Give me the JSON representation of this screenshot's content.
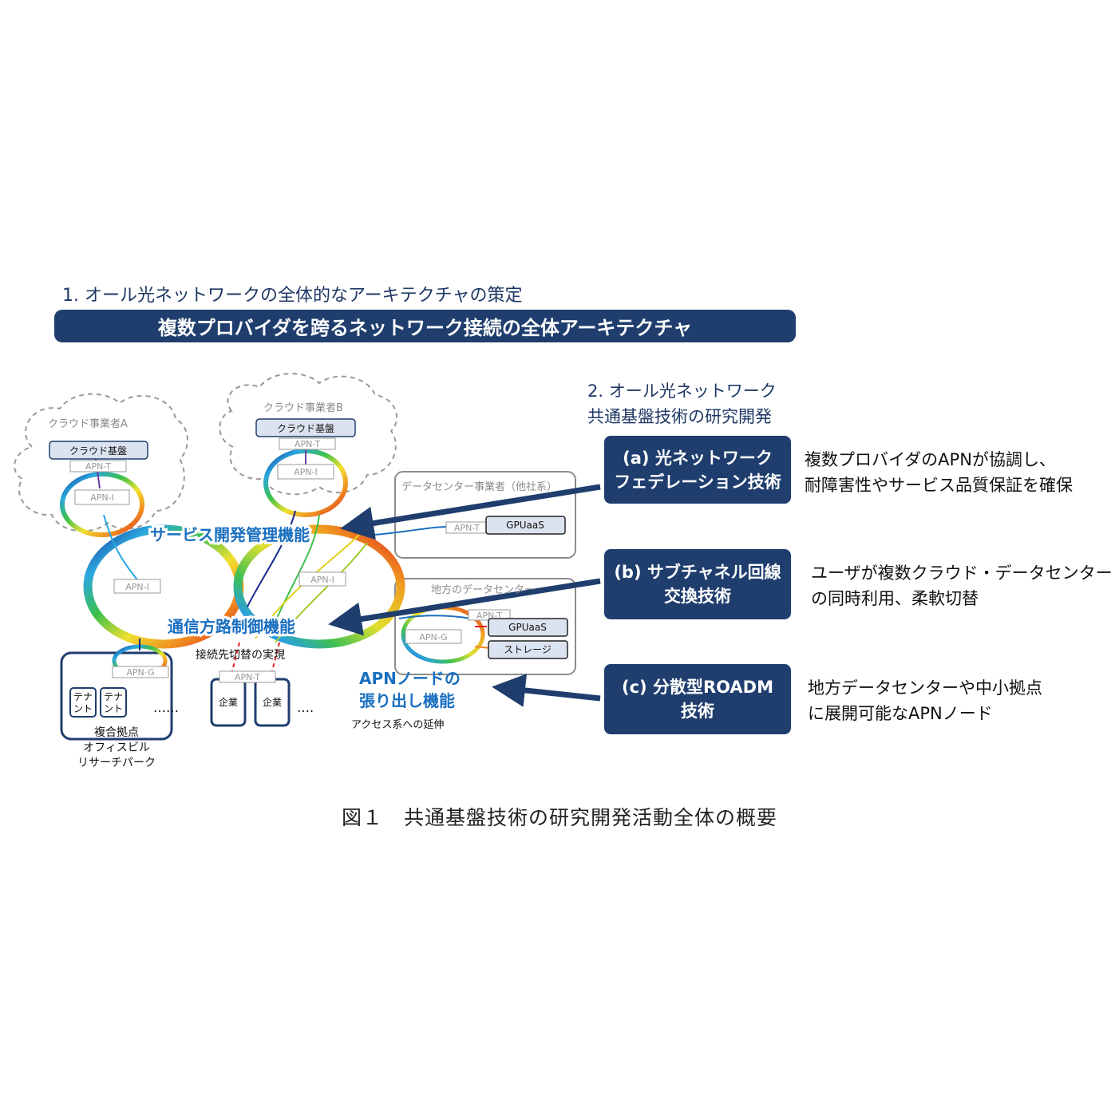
{
  "section1_heading": "1. オール光ネットワークの全体的なアーキテクチャの策定",
  "banner_title": "複数プロバイダを跨るネットワーク接続の全体アーキテクチャ",
  "section2_heading": [
    "2. オール光ネットワーク",
    "共通基盤技術の研究開発"
  ],
  "technologies": [
    {
      "label": [
        "(a) 光ネットワーク",
        "フェデレーション技術"
      ],
      "description": [
        "複数プロバイダのAPNが協調し、",
        "耐障害性やサービス品質保証を確保"
      ]
    },
    {
      "label": [
        "(b) サブチャネル回線",
        "交換技術"
      ],
      "description": [
        "ユーザが複数クラウド・データセンター",
        "の同時利用、柔軟切替"
      ]
    },
    {
      "label": [
        "(c) 分散型ROADM",
        "技術"
      ],
      "description": [
        "地方データセンターや中小拠点",
        "に展開可能なAPNノード"
      ]
    }
  ],
  "diagram": {
    "cloud_a": {
      "title": "クラウド事業者A",
      "platform": "クラウド基盤",
      "apn_t": "APN-T",
      "apn_i": "APN-I"
    },
    "cloud_b": {
      "title": "クラウド事業者B",
      "platform": "クラウド基盤",
      "apn_t": "APN-T",
      "apn_i": "APN-I"
    },
    "dc_other": {
      "title": "データセンター事業者（他社系）",
      "apn_t": "APN-T",
      "service": "GPUaaS"
    },
    "dc_local": {
      "title": "地方のデータセンター",
      "apn_t": "APN-T",
      "apn_g": "APN-G",
      "service": "GPUaaS",
      "storage": "ストレージ"
    },
    "core_apn_i_left": "APN-I",
    "core_apn_i_right": "APN-I",
    "function_service": "サービス開発管理機能",
    "function_path": "通信方路制御機能",
    "switching_note": "接続先切替の実現",
    "node_function": [
      "APNノードの",
      "張り出し機能"
    ],
    "access_note": "アクセス系への延伸",
    "complex": {
      "apn_g": "APN-G",
      "tenant": [
        "テナ",
        "ント"
      ],
      "dots": "……",
      "label": [
        "複合拠点",
        "オフィスビル",
        "リサーチパーク"
      ]
    },
    "enterprise": {
      "apn_t": "APN-T",
      "label": "企業",
      "dots": "…."
    }
  },
  "caption": "図１　共通基盤技術の研究開発活動全体の概要",
  "colors": {
    "navy": "#1f3e6e",
    "function_blue": "#1a6fc0",
    "gray_border": "#8c8c8c"
  }
}
